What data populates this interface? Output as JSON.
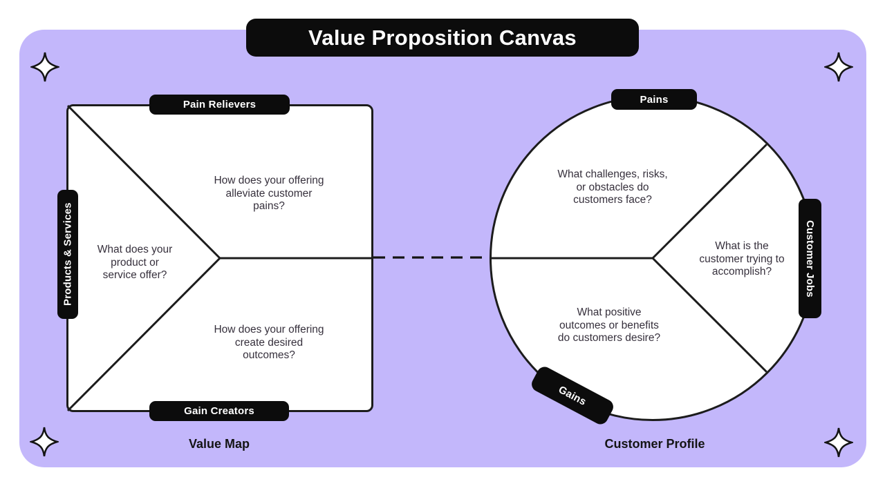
{
  "title": "Value Proposition Canvas",
  "colors": {
    "page_background": "#ffffff",
    "canvas_background": "#c3b7fb",
    "label_background": "#0c0c0c",
    "label_text": "#ffffff",
    "shape_fill": "#ffffff",
    "outline": "#1c1c1c",
    "question_text": "#36303c"
  },
  "value_map": {
    "caption": "Value Map",
    "labels": {
      "top": "Pain Relievers",
      "left": "Products & Services",
      "bottom": "Gain Creators"
    },
    "questions": {
      "products_services": [
        "What does your",
        "product or",
        "service offer?"
      ],
      "pain_relievers": [
        "How does your offering",
        "alleviate customer",
        "pains?"
      ],
      "gain_creators": [
        "How does your offering",
        "create desired",
        "outcomes?"
      ]
    }
  },
  "customer_profile": {
    "caption": "Customer Profile",
    "labels": {
      "top": "Pains",
      "right": "Customer Jobs",
      "bottom": "Gains"
    },
    "questions": {
      "pains": [
        "What challenges, risks,",
        "or obstacles do",
        "customers face?"
      ],
      "customer_jobs": [
        "What is the",
        "customer trying to",
        "accomplish?"
      ],
      "gains": [
        "What positive",
        "outcomes or benefits",
        "do customers desire?"
      ]
    }
  },
  "icons": {
    "sparkle": "four-pointed-sparkle"
  }
}
